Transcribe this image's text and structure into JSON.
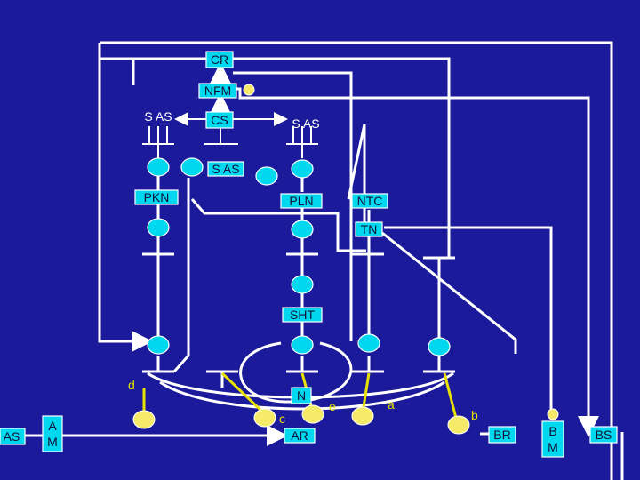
{
  "nodes": {
    "cr": "CR",
    "nfm": "NFM",
    "sas_left": "S AS",
    "cs": "CS",
    "sas_right": "S AS",
    "sas_mid": "S AS",
    "pkn": "PKN",
    "pln": "PLN",
    "ntc": "NTC",
    "tn": "TN",
    "sht": "SHT",
    "n": "N",
    "ar": "AR",
    "as": "AS",
    "am": [
      "A",
      "M"
    ],
    "br": "BR",
    "bm": [
      "B",
      "M"
    ],
    "bs": "BS"
  },
  "letters": {
    "a": "a",
    "b": "b",
    "c": "c",
    "d": "d",
    "e": "e"
  },
  "colors": {
    "background": "#1a1a9a",
    "box": "#00d8f0",
    "wire": "#ffffff",
    "accent": "#e8e000",
    "yellow_node": "#f6ea6a"
  }
}
